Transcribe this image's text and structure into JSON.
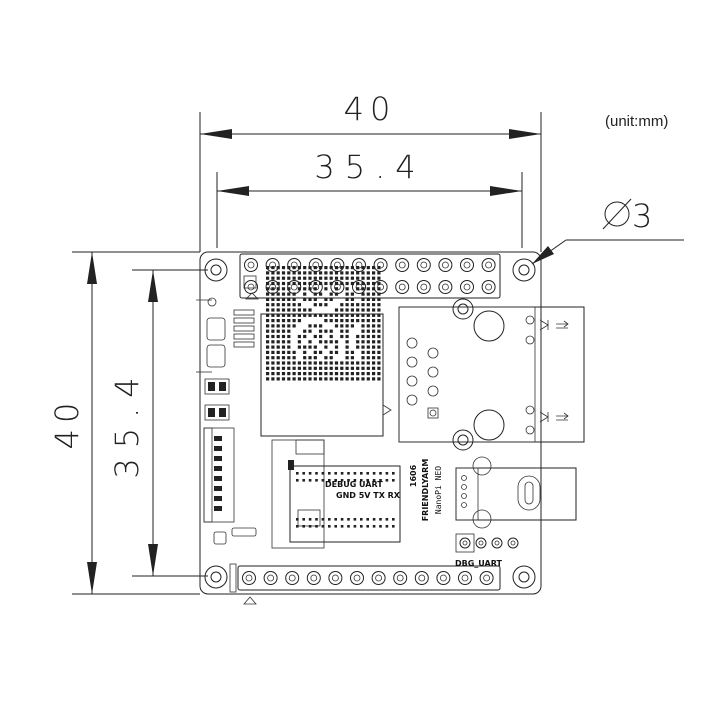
{
  "unit_label": "(unit:mm)",
  "dimensions": {
    "board_width": "40",
    "hole_spacing_x": "35.4",
    "board_height": "40",
    "hole_spacing_y": "35.4",
    "hole_diameter": "3"
  },
  "silkscreen": {
    "model": "1606",
    "brand": "FRIENDLYARM",
    "product": "NanoPi NEO",
    "uart_name": "DEBUG UART",
    "uart_pins": "GND 5V TX RX",
    "debug_port": "DBG_UART"
  }
}
